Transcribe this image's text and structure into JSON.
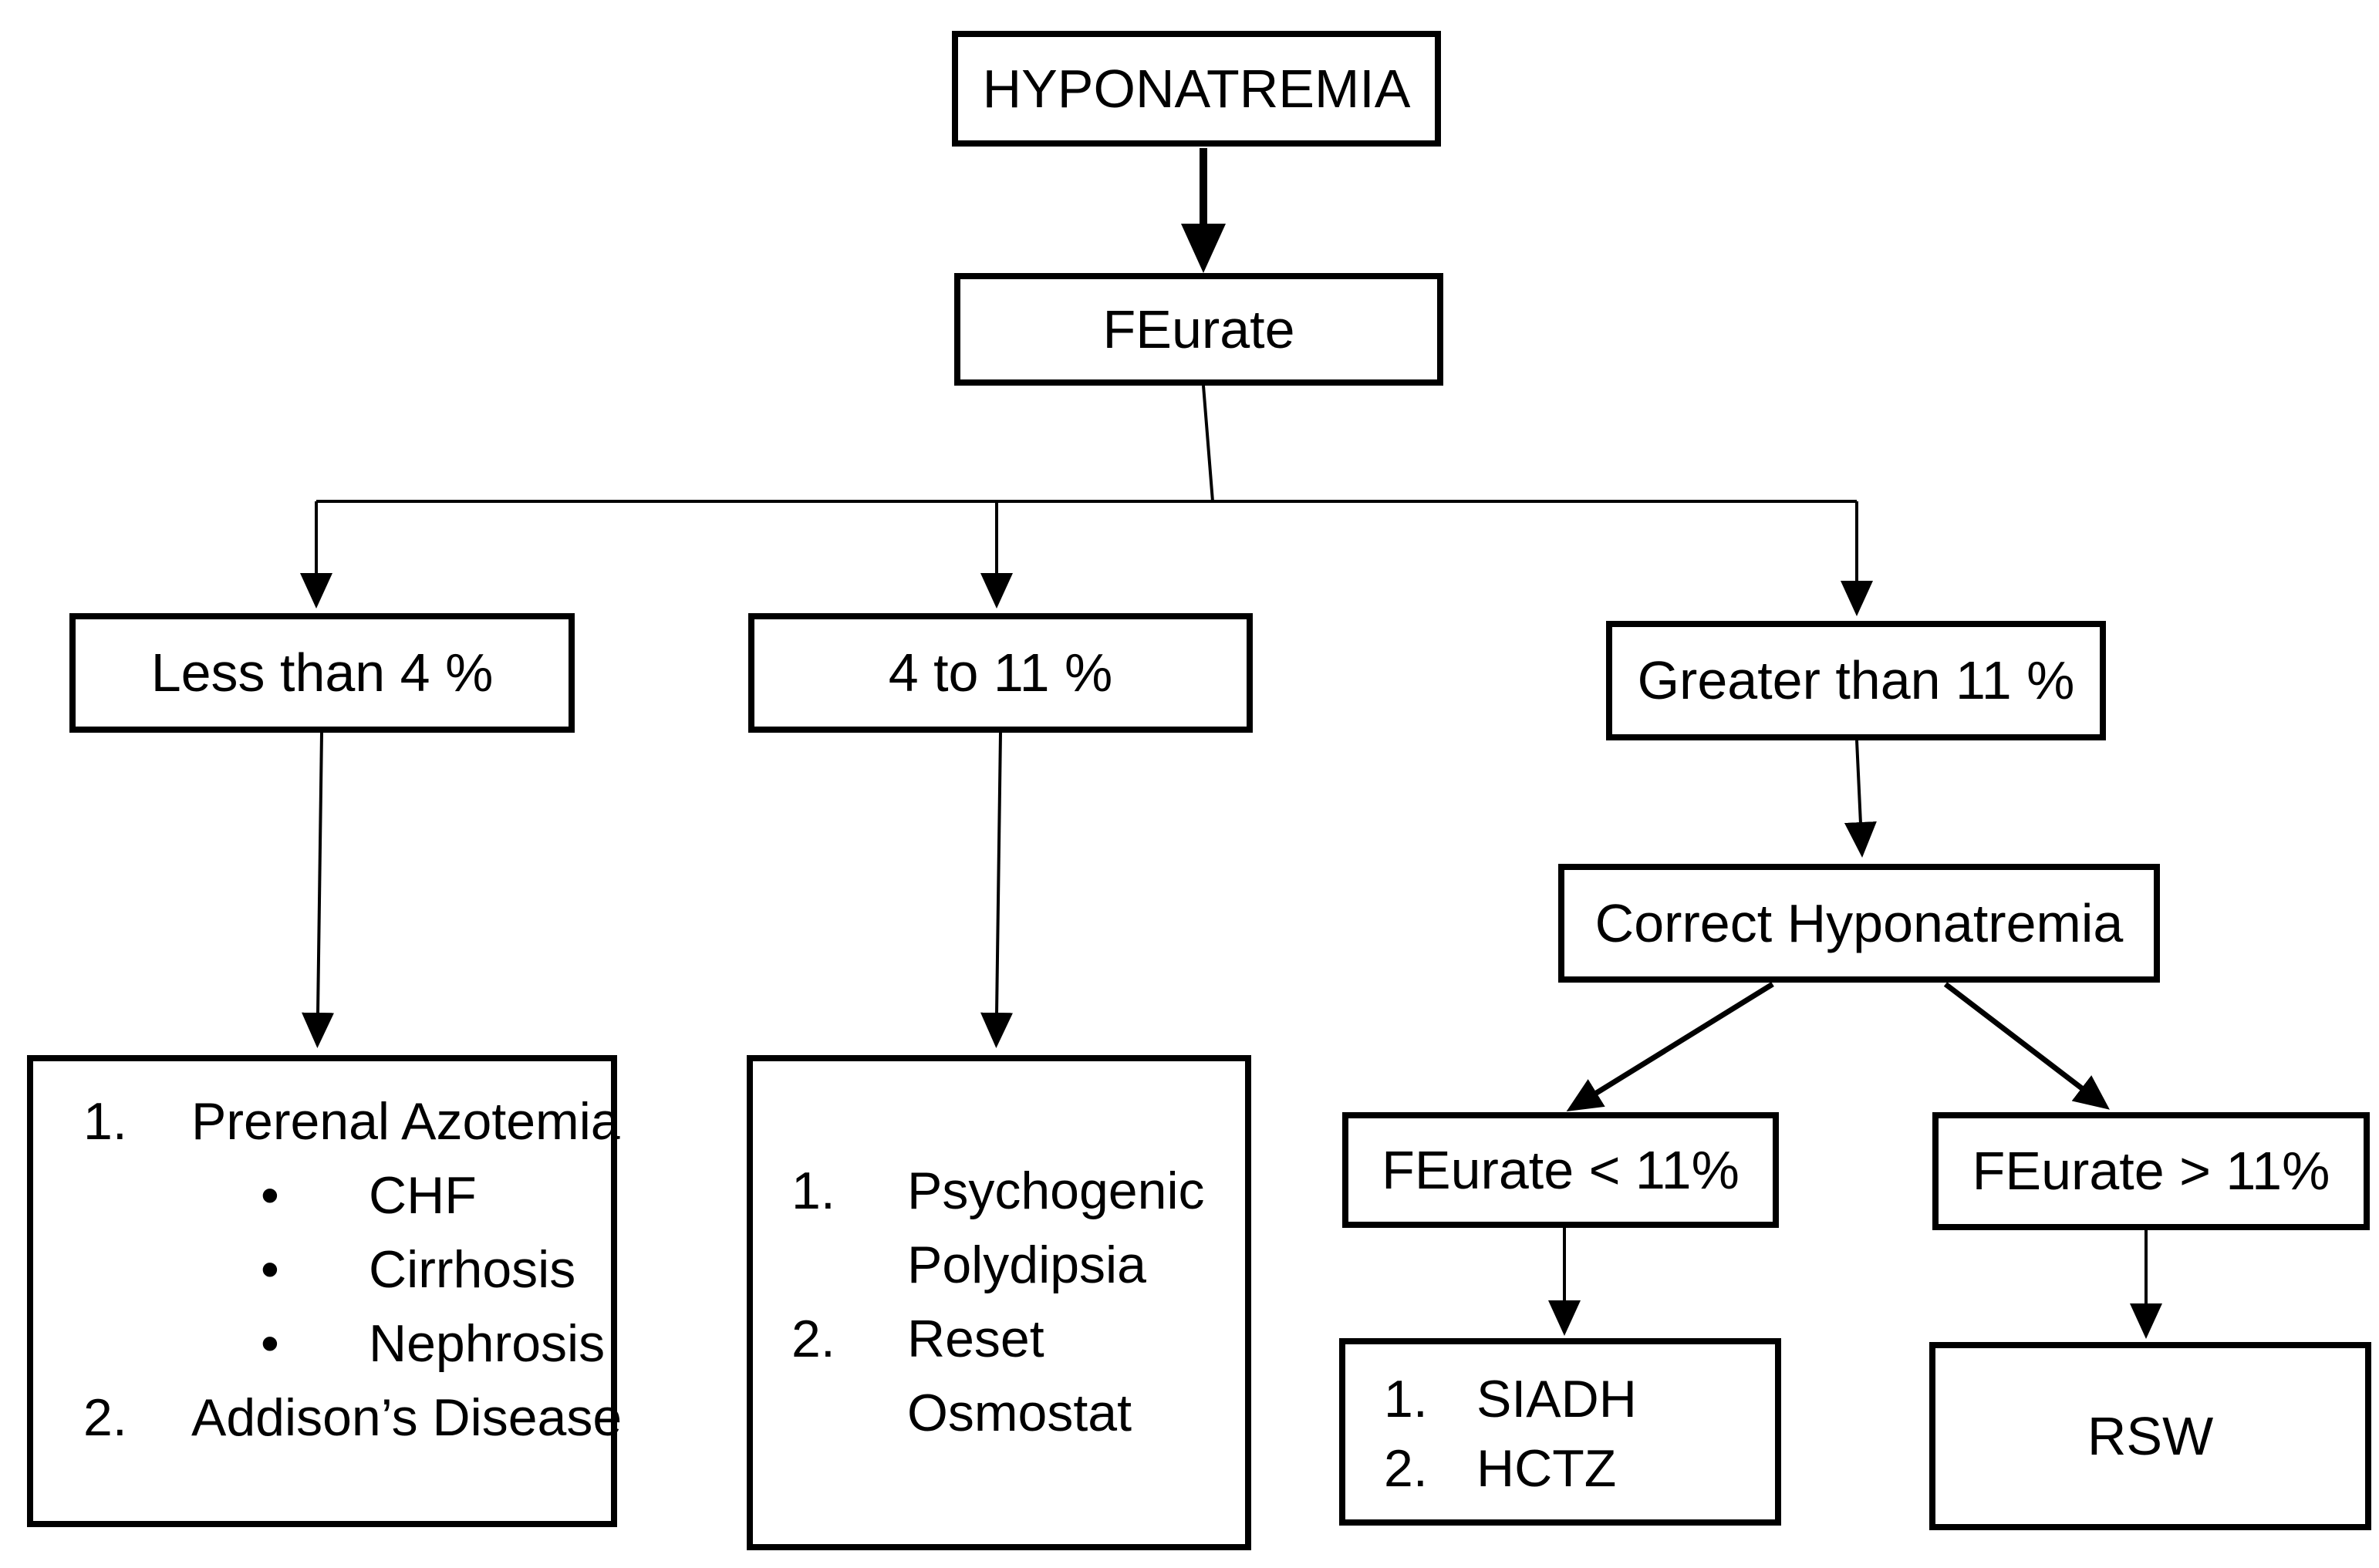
{
  "nodes": {
    "hyponatremia": {
      "label": "HYPONATREMIA"
    },
    "feurate": {
      "label": "FEurate"
    },
    "less_than_4": {
      "label": "Less than 4 %"
    },
    "four_to_11": {
      "label": "4 to 11 %"
    },
    "greater_than_11": {
      "label": "Greater than 11 %"
    },
    "correct_hyponatremia": {
      "label": "Correct Hyponatremia"
    },
    "feurate_lt_11": {
      "label": "FEurate < 11%"
    },
    "feurate_gt_11": {
      "label": "FEurate > 11%"
    },
    "rsw": {
      "label": "RSW"
    },
    "less_than_4_causes": {
      "items": [
        {
          "marker": "1.",
          "text": "Prerenal Azotemia"
        },
        {
          "marker": "•",
          "text": "CHF"
        },
        {
          "marker": "•",
          "text": "Cirrhosis"
        },
        {
          "marker": "•",
          "text": "Nephrosis"
        },
        {
          "marker": "2.",
          "text": "Addison’s Disease"
        }
      ]
    },
    "four_to_11_causes": {
      "items": [
        {
          "marker": "1.",
          "text": "Psychogenic Polydipsia"
        },
        {
          "marker": "2.",
          "text": "Reset Osmostat"
        }
      ]
    },
    "feurate_lt_11_causes": {
      "items": [
        {
          "marker": "1.",
          "text": "SIADH"
        },
        {
          "marker": "2.",
          "text": "HCTZ"
        }
      ]
    }
  },
  "colors": {
    "line": "#000000",
    "box_border": "#000000",
    "text": "#000000",
    "background": "#ffffff"
  }
}
